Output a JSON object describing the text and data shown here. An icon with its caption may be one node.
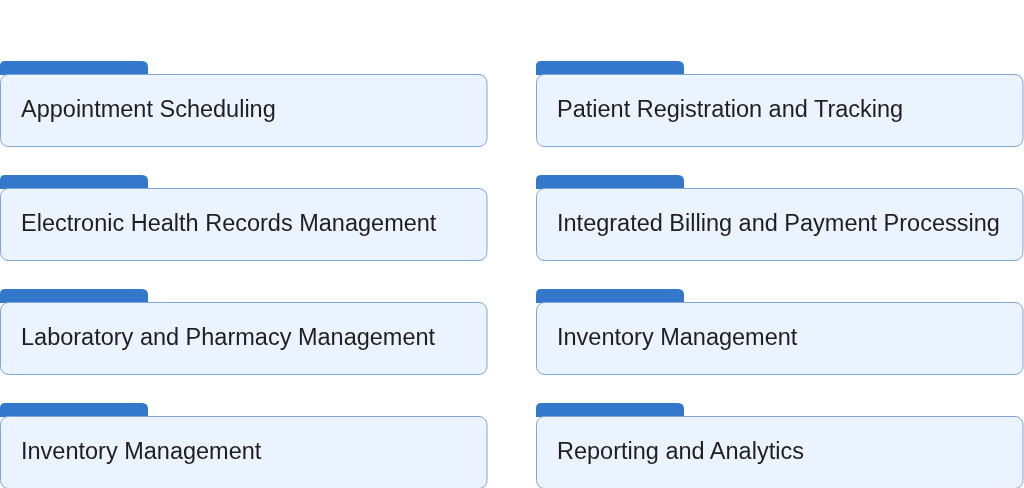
{
  "diagram": {
    "nodes": [
      {
        "text": [
          "Appointment Scheduling"
        ]
      },
      {
        "text": [
          "Patient Registration and Tracking"
        ]
      },
      {
        "text": [
          "Electronic Health Records Management"
        ]
      },
      {
        "text": [
          "Integrated Billing and Payment Processing"
        ]
      },
      {
        "text": [
          "Laboratory and Pharmacy Management"
        ]
      },
      {
        "text": [
          "Inventory Management"
        ]
      },
      {
        "text": [
          "Inventory Management"
        ]
      },
      {
        "text": [
          "Reporting and Analytics"
        ]
      }
    ]
  }
}
